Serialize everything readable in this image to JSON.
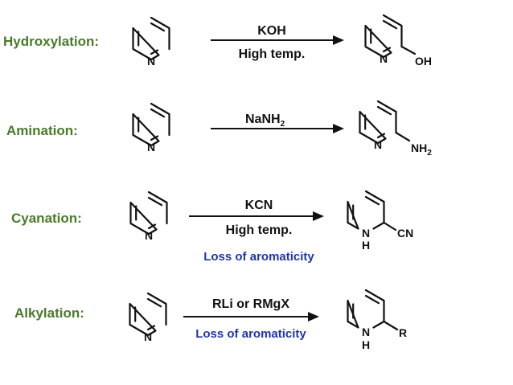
{
  "reactions": [
    {
      "name": "Hydroxylation:",
      "reagent_above": "KOH",
      "reagent_below": "High temp.",
      "note": "",
      "reactant": {
        "ring": "pyridine",
        "n_label": "N"
      },
      "product": {
        "ring": "pyridine",
        "n_label": "N",
        "substituent": "OH"
      }
    },
    {
      "name": "Amination:",
      "reagent_above_main": "NaNH",
      "reagent_above_sub": "2",
      "reagent_below": "",
      "note": "",
      "reactant": {
        "ring": "pyridine",
        "n_label": "N"
      },
      "product": {
        "ring": "pyridine",
        "n_label": "N",
        "substituent_main": "NH",
        "substituent_sub": "2"
      }
    },
    {
      "name": "Cyanation:",
      "reagent_above": "KCN",
      "reagent_below": "High temp.",
      "note": "Loss of aromaticity",
      "reactant": {
        "ring": "pyridine",
        "n_label": "N"
      },
      "product": {
        "ring": "1,2-dihydropyridine",
        "n_label": "N",
        "h_label": "H",
        "substituent": "CN"
      }
    },
    {
      "name": "Alkylation:",
      "reagent_above": "RLi or RMgX",
      "reagent_below": "",
      "note": "Loss of aromaticity",
      "reactant": {
        "ring": "pyridine",
        "n_label": "N"
      },
      "product": {
        "ring": "1,2-dihydropyridine",
        "n_label": "N",
        "h_label": "H",
        "substituent": "R"
      }
    }
  ],
  "colors": {
    "name": "#4a7a2a",
    "note": "#1f36a8",
    "ink": "#111111"
  }
}
